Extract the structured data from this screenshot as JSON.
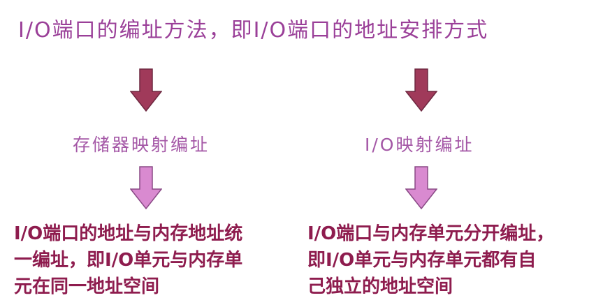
{
  "title": "I/O端口的编址方法，即I/O端口的地址安排方式",
  "left": {
    "label": "存储器映射编址",
    "desc_lines": [
      "I/O端口的地址与内存地址统",
      "一编址，即I/O单元与内存单",
      "元在同一地址空间"
    ]
  },
  "right": {
    "label": "I/O映射编址",
    "desc_lines": [
      "I/O端口与内存单元分开编址，",
      "即I/O单元与内存单元都有自",
      "己独立的地址空间"
    ]
  },
  "colors": {
    "title": "#9a3f98",
    "label": "#a457a6",
    "desc": "#8e1c4e",
    "arrow_dark": "#a03a5a",
    "arrow_light": "#d98ad0"
  }
}
